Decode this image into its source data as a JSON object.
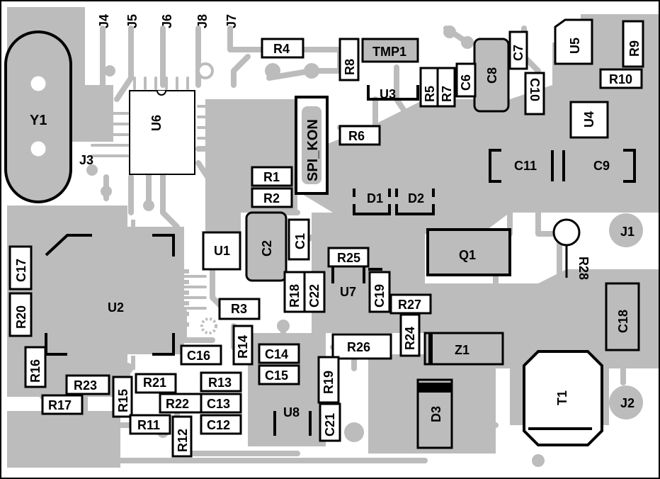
{
  "board": {
    "background_color": "#ffffff",
    "copper_color": "#bcbcbc",
    "silk_color": "#000000"
  },
  "labels": {
    "J4": "J4",
    "J5": "J5",
    "J6": "J6",
    "J8": "J8",
    "J7": "J7",
    "Y1": "Y1",
    "J3": "J3",
    "U6": "U6",
    "SPI_KON": "SPI_KON",
    "R4": "R4",
    "R8": "R8",
    "TMP1": "TMP1",
    "U3": "U3",
    "R6": "R6",
    "R5": "R5",
    "R7": "R7",
    "C6": "C6",
    "C8": "C8",
    "C7": "C7",
    "C10": "C10",
    "U5": "U5",
    "R9": "R9",
    "R10": "R10",
    "U4": "U4",
    "C11": "C11",
    "C9": "C9",
    "R1": "R1",
    "R2": "R2",
    "D1": "D1",
    "D2": "D2",
    "U1": "U1",
    "C2": "C2",
    "C1": "C1",
    "R25": "R25",
    "Q1": "Q1",
    "J1": "J1",
    "R28": "R28",
    "C17": "C17",
    "R20": "R20",
    "U2": "U2",
    "R18": "R18",
    "C22": "C22",
    "U7": "U7",
    "C19": "C19",
    "R27": "R27",
    "R3": "R3",
    "C18": "C18",
    "R24": "R24",
    "R14": "R14",
    "R26": "R26",
    "Z1": "Z1",
    "C16": "C16",
    "C14": "C14",
    "R16": "R16",
    "C15": "C15",
    "R19": "R19",
    "R23": "R23",
    "R21": "R21",
    "R13": "R13",
    "R15": "R15",
    "R17": "R17",
    "R22": "R22",
    "C13": "C13",
    "U8": "U8",
    "T1": "T1",
    "J2": "J2",
    "R11": "R11",
    "R12": "R12",
    "C12": "C12",
    "C21": "C21",
    "D3": "D3"
  }
}
